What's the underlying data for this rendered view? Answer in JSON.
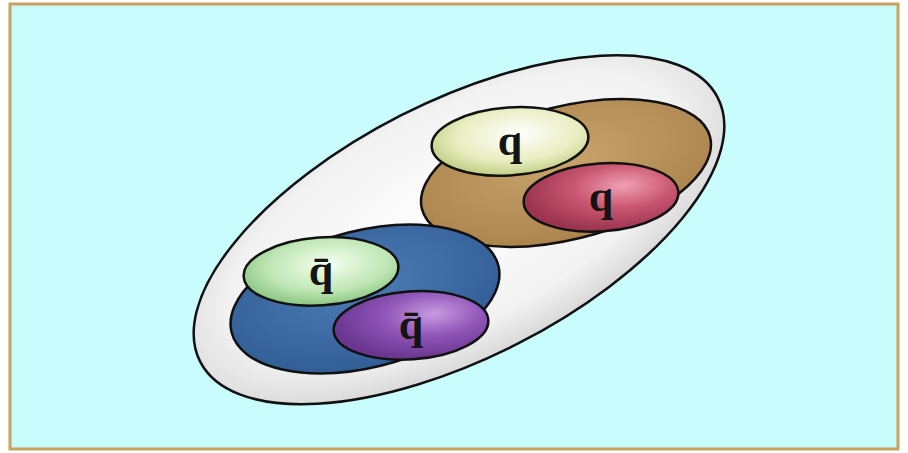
{
  "diagram": {
    "nodes": [
      {
        "text": []
      },
      {
        "text": [],
        "in": 0
      },
      {
        "text": [
          "q"
        ],
        "in": 1
      },
      {
        "text": [
          "q"
        ],
        "in": 1
      },
      {
        "text": [],
        "in": 0
      },
      {
        "text": [
          "q̄"
        ],
        "in": 4
      },
      {
        "text": [
          "q̄"
        ],
        "in": 4
      }
    ]
  }
}
